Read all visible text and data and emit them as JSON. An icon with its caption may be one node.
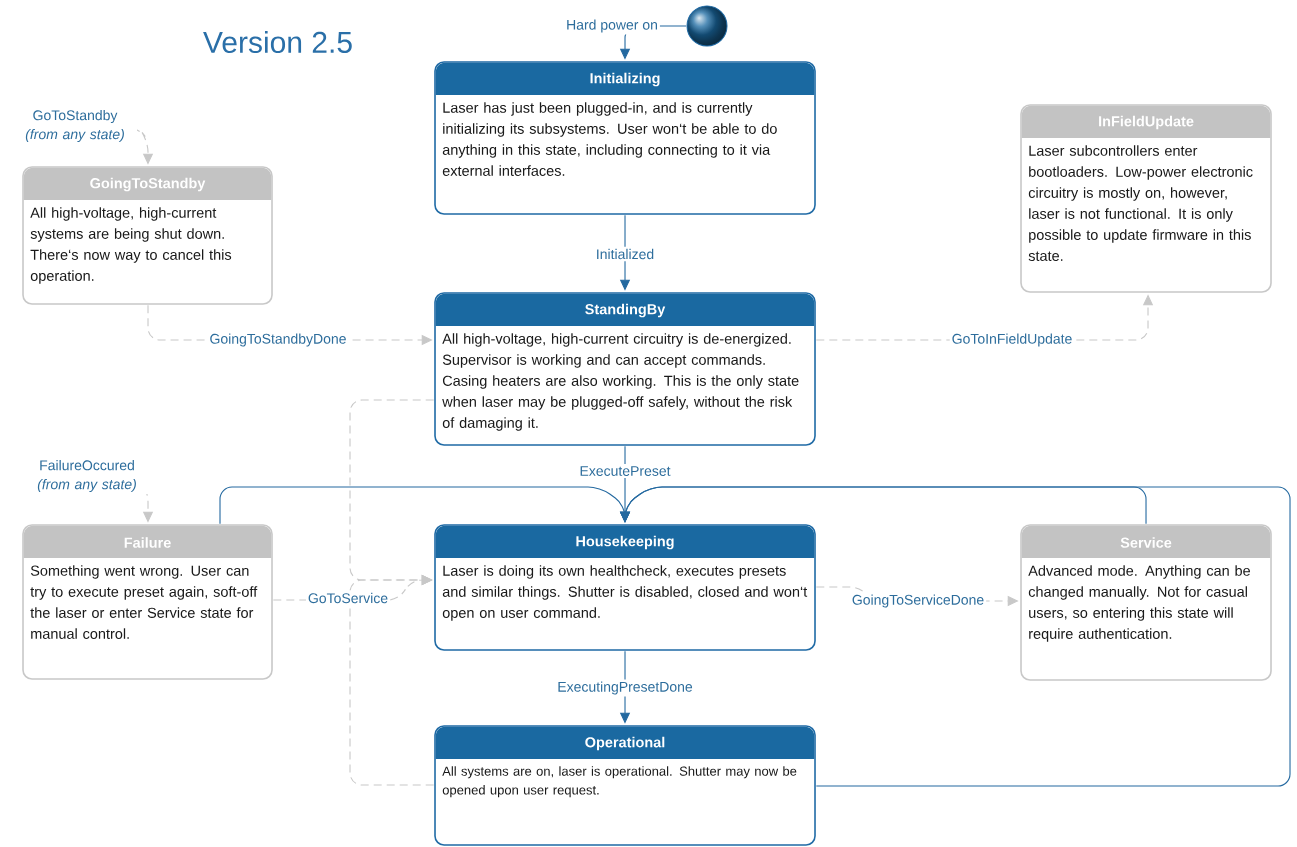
{
  "diagram": {
    "title": "Version 2.5",
    "nodes": [
      {
        "text": [],
        "shape": "circle"
      },
      {
        "text": [
          "Initializing",
          "Laser has just been plugged-in, and is currently initializing its subsystems. User won‘t be able to do anything in this state, including connecting to it via external interfaces."
        ]
      },
      {
        "text": [
          "StandingBy",
          "All high-voltage, high-current circuitry is de-energized. Supervisor is working and can accept commands. Casing heaters are also working. This is the only state when laser may be plugged-off safely, without the risk of damaging it."
        ]
      },
      {
        "text": [
          "GoingToStandby",
          "All high-voltage, high-current systems are being shut down. There‘s now way to cancel this operation."
        ]
      },
      {
        "text": [
          "InFieldUpdate",
          "Laser subcontrollers enter bootloaders. Low-power electronic circuitry is mostly on, however, laser is not functional. It is only possible to update firmware in this state."
        ]
      },
      {
        "text": [
          "Failure",
          "Something went wrong. User can try to execute preset again, soft-off the laser or enter Service state for manual control."
        ]
      },
      {
        "text": [
          "Housekeeping",
          "Laser is doing its own healthcheck, executes presets and similar things. Shutter is disabled, closed and won‘t open on user command."
        ]
      },
      {
        "text": [
          "Service",
          "Advanced mode. Anything can be changed manually. Not for casual users, so entering this state will require authentication."
        ]
      },
      {
        "text": [
          "Operational",
          "All systems are on, laser is operational. Shutter may now be opened upon user request."
        ]
      }
    ],
    "edges": [
      {
        "from": 0,
        "to": 1,
        "arrow": "to",
        "label": "Hard power on",
        "color": "#2469a0"
      },
      {
        "from": 1,
        "to": 2,
        "arrow": "to",
        "label": "Initialized",
        "color": "#2469a0"
      },
      {
        "from": null,
        "to": 3,
        "arrow": "to",
        "label": "GoToStandby *(from any state)*",
        "style": "dashed",
        "color": "#c8c8c8"
      },
      {
        "from": 3,
        "to": 2,
        "arrow": "to",
        "label": "GoingToStandbyDone",
        "style": "dashed",
        "color": "#c8c8c8"
      },
      {
        "from": 2,
        "to": 4,
        "arrow": "to",
        "label": "GoToInFieldUpdate",
        "style": "dashed",
        "color": "#c8c8c8"
      },
      {
        "from": null,
        "to": 5,
        "arrow": "to",
        "label": "FailureOccured *(from any state)*",
        "style": "dashed",
        "color": "#c8c8c8"
      },
      {
        "from": 2,
        "to": 6,
        "arrow": "to",
        "label": "ExecutePreset",
        "color": "#2469a0"
      },
      {
        "from": 5,
        "to": 6,
        "arrow": "to",
        "color": "#2469a0"
      },
      {
        "from": 7,
        "to": 6,
        "arrow": "to",
        "color": "#2469a0"
      },
      {
        "from": 8,
        "to": 6,
        "arrow": "to",
        "color": "#2469a0"
      },
      {
        "from": 2,
        "to": 6,
        "arrow": "to",
        "style": "dashed",
        "color": "#c8c8c8"
      },
      {
        "from": 5,
        "to": 6,
        "arrow": "to",
        "label": "GoToService",
        "style": "dashed",
        "color": "#c8c8c8"
      },
      {
        "from": 8,
        "to": 6,
        "arrow": "to",
        "style": "dashed",
        "color": "#c8c8c8"
      },
      {
        "from": 6,
        "to": 7,
        "arrow": "to",
        "label": "GoingToServiceDone",
        "style": "dashed",
        "color": "#c8c8c8"
      },
      {
        "from": 6,
        "to": 8,
        "arrow": "to",
        "label": "ExecutingPresetDone",
        "color": "#2469a0"
      }
    ]
  }
}
